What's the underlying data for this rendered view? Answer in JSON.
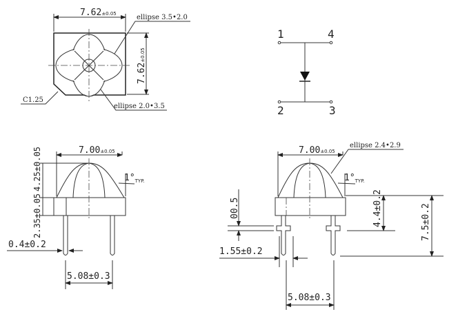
{
  "top_view": {
    "width_dim": "7.62",
    "width_tol": "±0.05",
    "height_dim": "7.62",
    "height_tol": "±0.05",
    "ellipse_label_1": "ellipse 3.5•2.0",
    "ellipse_label_2": "ellipse 2.0•3.5",
    "chamfer_label": "C1.25"
  },
  "schematic": {
    "pins": [
      "1",
      "4",
      "2",
      "3"
    ]
  },
  "side_view_left": {
    "width_dim": "7.00",
    "width_tol": "±0.05",
    "dome_height": "4.25±0.05",
    "base_height": "2.35±0.05",
    "angle": "1°",
    "angle_suffix": "TYP.",
    "lead_width": "0.4±0.2",
    "lead_spacing": "5.08±0.3"
  },
  "side_view_right": {
    "width_dim": "7.00",
    "width_tol": "±0.05",
    "ellipse_label": "ellipse 2.4•2.9",
    "angle": "1°",
    "angle_suffix": "TYP.",
    "standoff": "00.5",
    "shoulder_width": "1.55±0.2",
    "shoulder_height": "4.4±0.2",
    "total_height": "7.5±0.2",
    "lead_spacing": "5.08±0.3"
  }
}
